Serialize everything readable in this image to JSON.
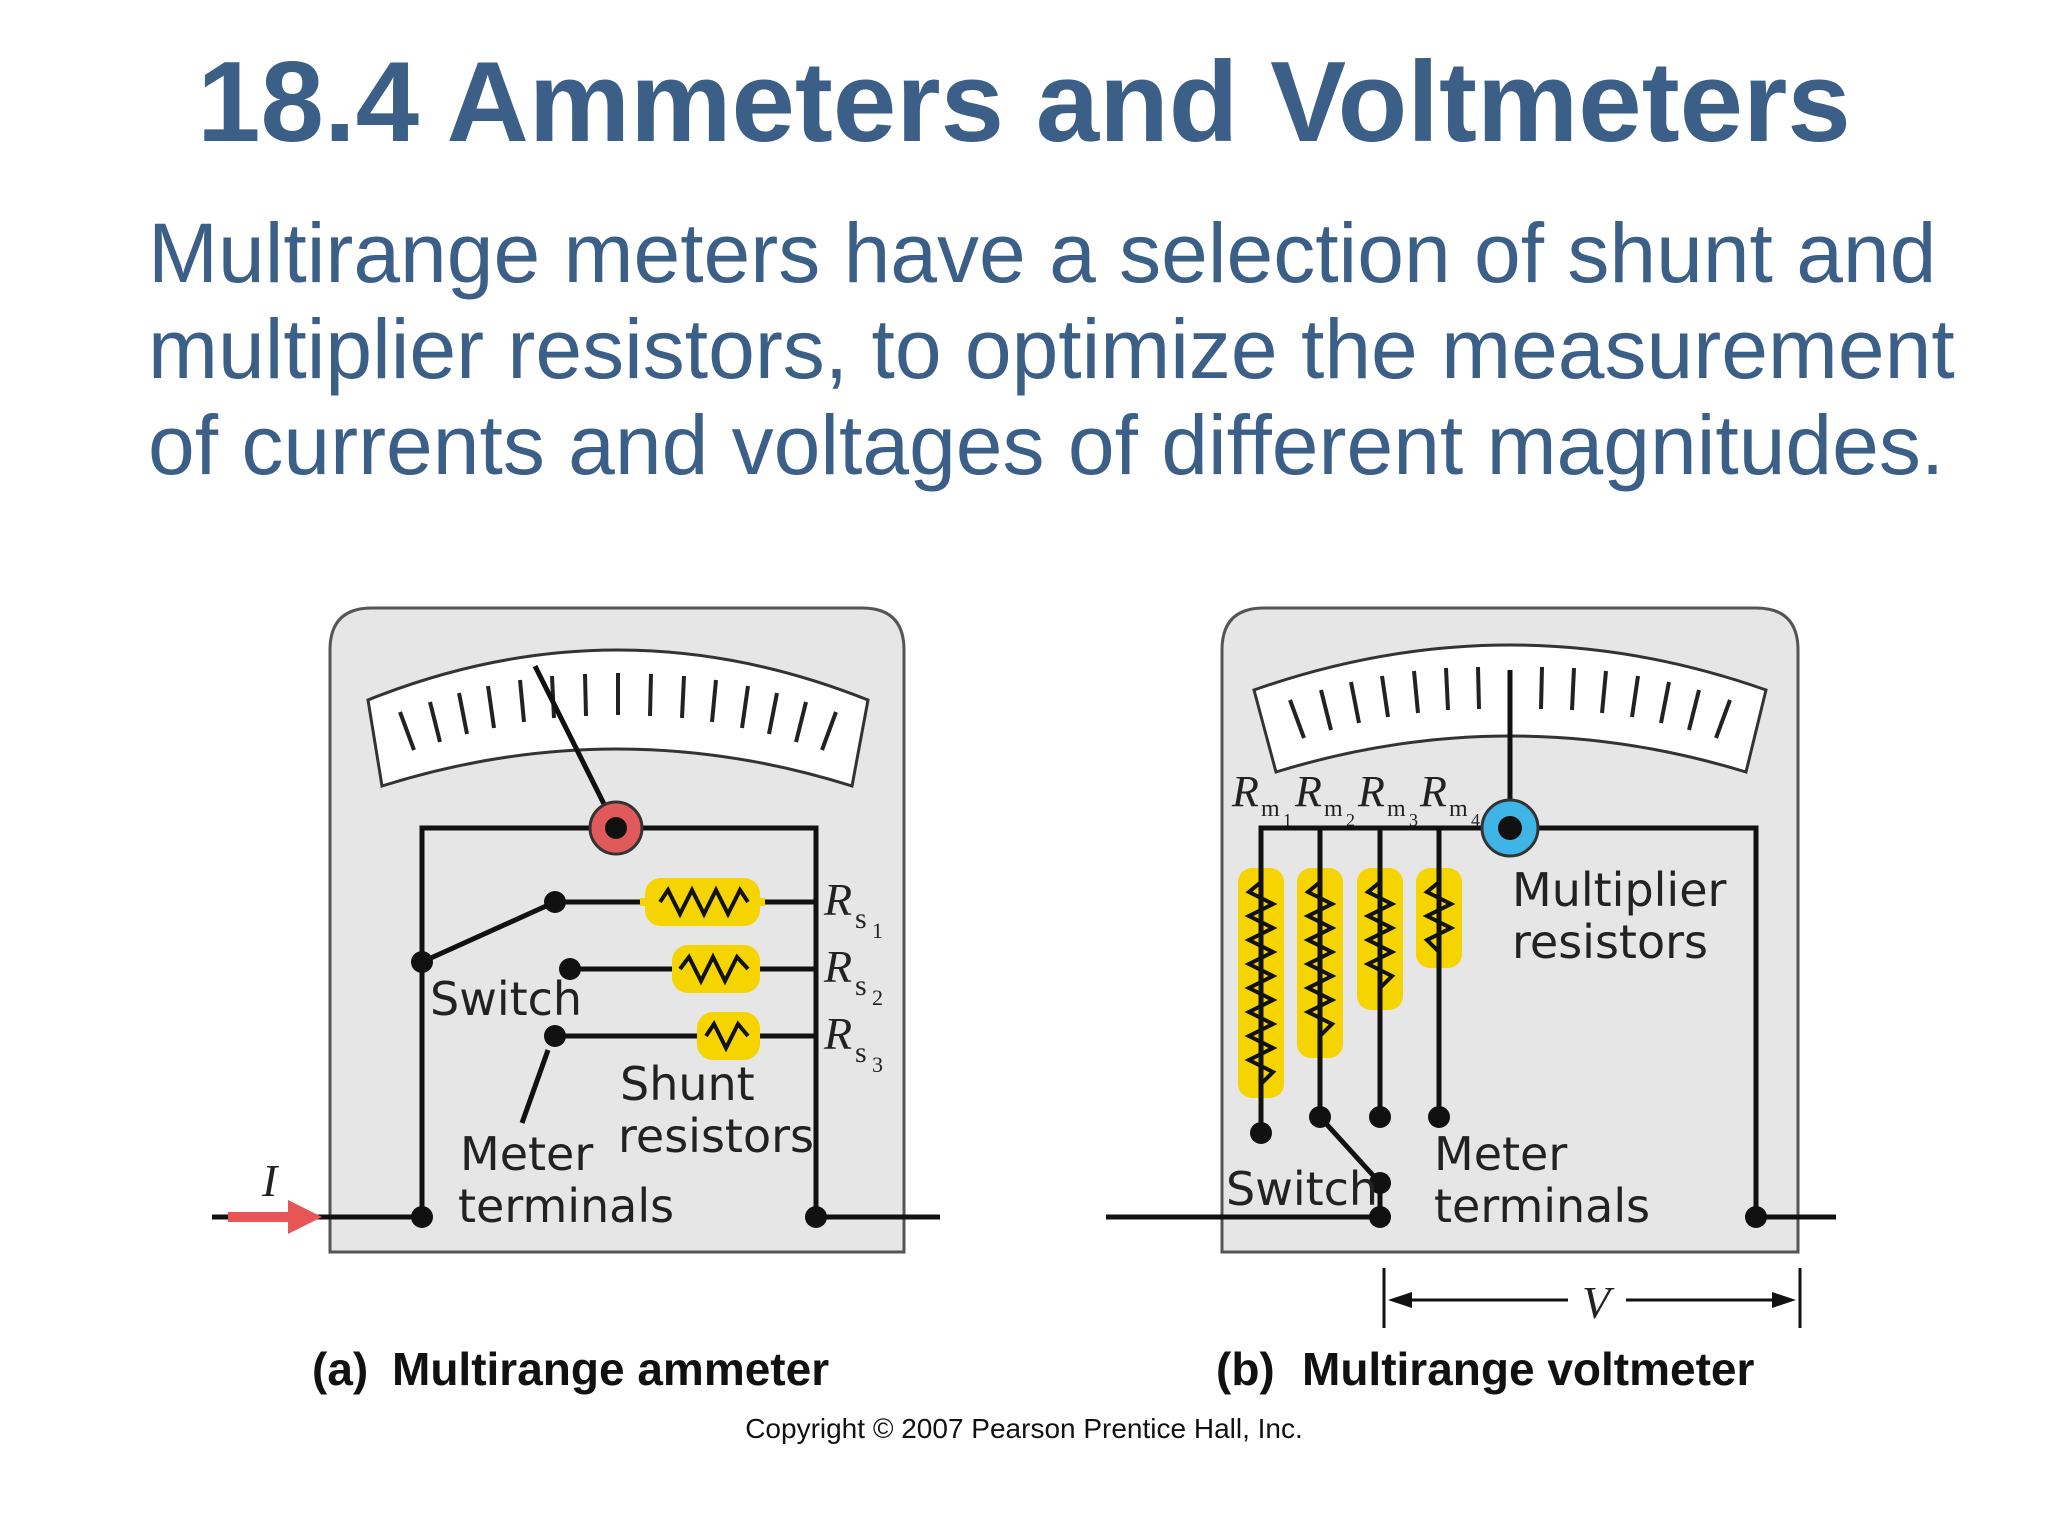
{
  "title": "18.4 Ammeters and Voltmeters",
  "body_lines": [
    "Multirange meters have a selection of shunt and",
    "multiplier resistors, to optimize the measurement",
    "of currents and voltages of different magnitudes."
  ],
  "ammeter": {
    "current_label": "I",
    "switch_label": "Switch",
    "shunt_label_1": "Shunt",
    "shunt_label_2": "resistors",
    "terminals_label_1": "Meter",
    "terminals_label_2": "terminals",
    "resistor_main": "R",
    "resistor_subs": [
      "s",
      "s",
      "s"
    ],
    "resistor_idx": [
      "1",
      "2",
      "3"
    ],
    "caption_letter": "(a)",
    "caption_text": "Multirange ammeter"
  },
  "voltmeter": {
    "voltage_label": "V",
    "switch_label": "Switch",
    "multiplier_label_1": "Multiplier",
    "multiplier_label_2": "resistors",
    "terminals_label_1": "Meter",
    "terminals_label_2": "terminals",
    "resistor_main": "R",
    "resistor_subs": [
      "m",
      "m",
      "m",
      "m"
    ],
    "resistor_idx": [
      "1",
      "2",
      "3",
      "4"
    ],
    "caption_letter": "(b)",
    "caption_text": "Multirange voltmeter"
  },
  "copyright": "Copyright © 2007 Pearson Prentice Hall, Inc.",
  "colors": {
    "title": "#3b5f87",
    "meter_body": "#e6e6e6",
    "resistor_highlight": "#f5d400",
    "ammeter_pivot": "#e05a5a",
    "voltmeter_pivot": "#3fb4e6",
    "current_arrow": "#e85555"
  }
}
